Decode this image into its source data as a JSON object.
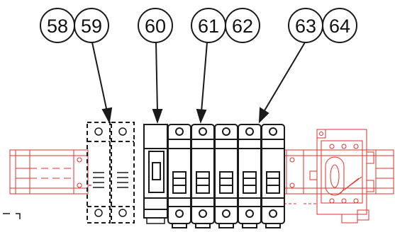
{
  "callouts": {
    "c58": "58",
    "c59": "59",
    "c60": "60",
    "c61": "61",
    "c62": "62",
    "c63": "63",
    "c64": "64"
  },
  "colors": {
    "line": "#1a1a1a",
    "rail": "#e0322c",
    "background": "#ffffff"
  }
}
